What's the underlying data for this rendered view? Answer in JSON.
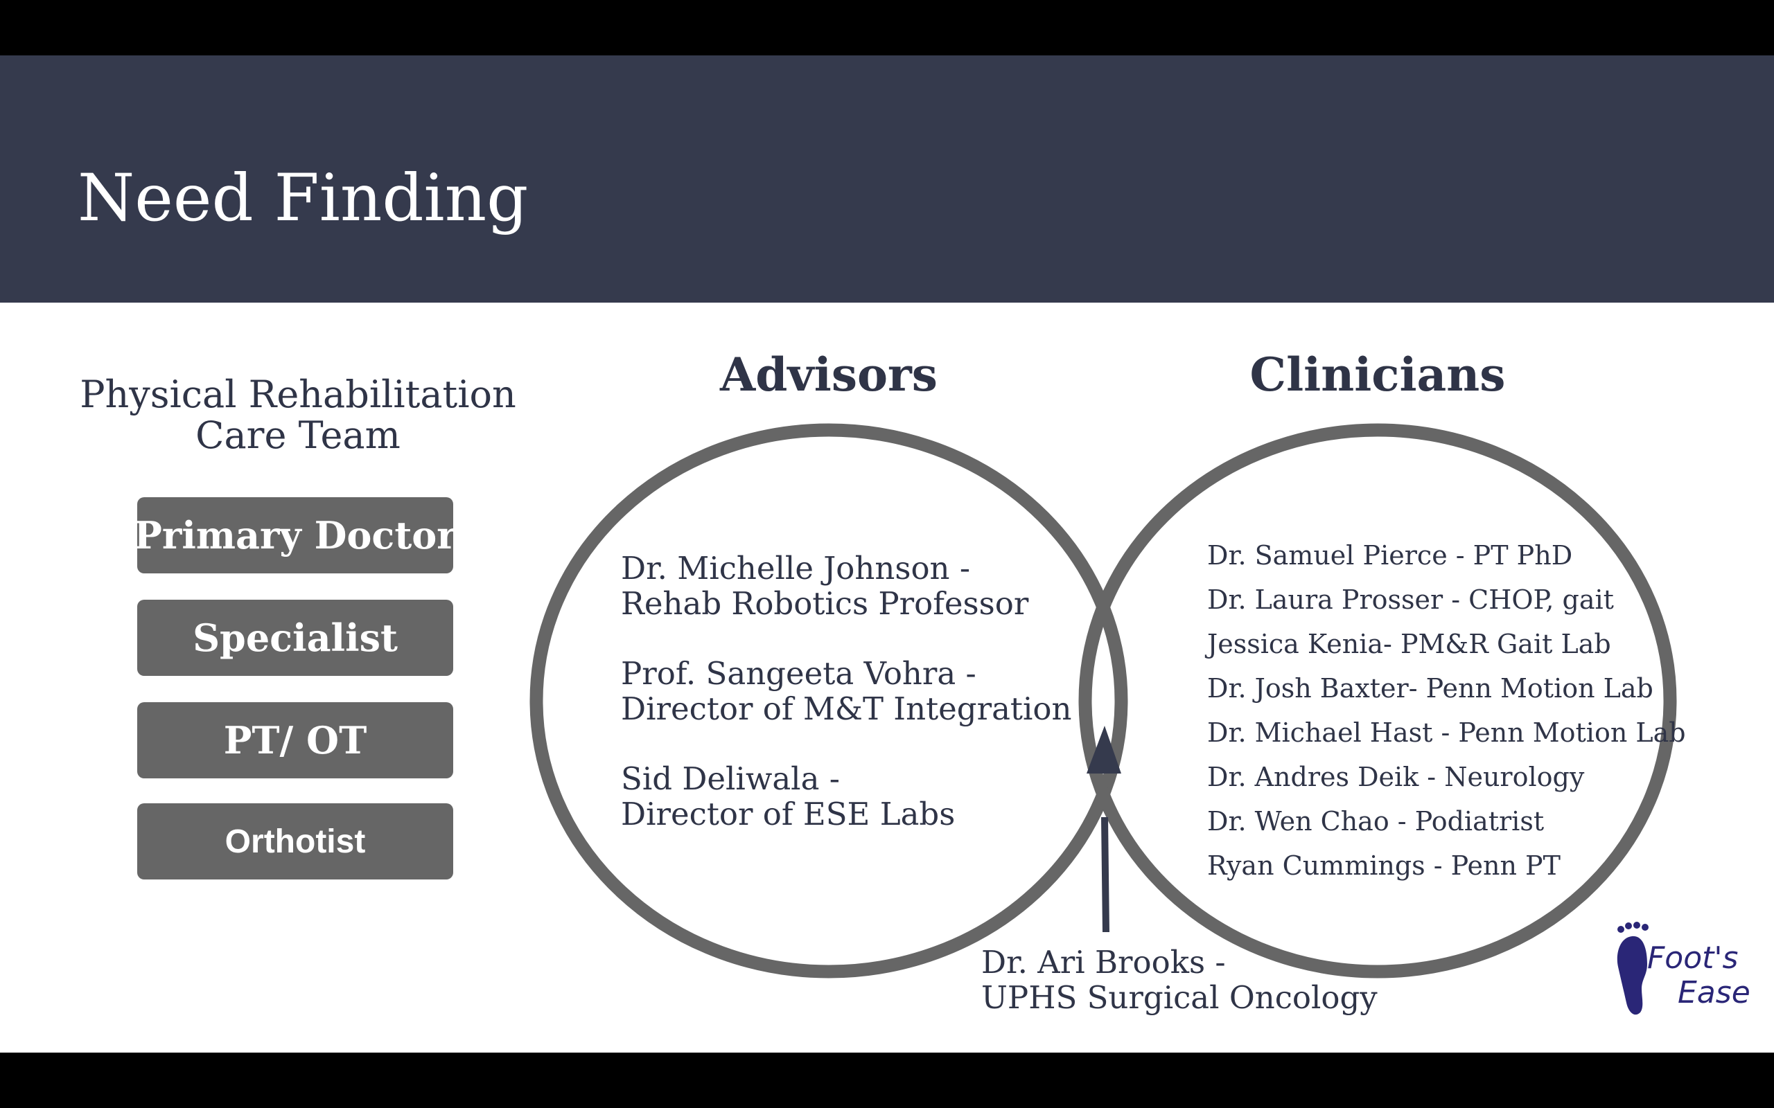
{
  "slide": {
    "title": "Need Finding",
    "care_team": {
      "title_line1": "Physical Rehabilitation",
      "title_line2": "Care Team",
      "roles": [
        "Primary Doctor",
        "Specialist",
        "PT/ OT",
        "Orthotist"
      ]
    },
    "venn": {
      "left_label": "Advisors",
      "right_label": "Clinicians",
      "circle_color": "#666666"
    },
    "advisors": [
      {
        "line1": "Dr. Michelle Johnson -",
        "line2": "Rehab Robotics Professor"
      },
      {
        "line1": "Prof. Sangeeta Vohra -",
        "line2": "Director of M&T Integration"
      },
      {
        "line1": "Sid Deliwala -",
        "line2": "Director of ESE Labs"
      }
    ],
    "clinicians": [
      "Dr. Samuel Pierce - PT PhD",
      "Dr. Laura Prosser - CHOP, gait",
      "Jessica Kenia- PM&R Gait Lab",
      "Dr. Josh Baxter- Penn Motion Lab",
      "Dr. Michael Hast - Penn Motion Lab",
      "Dr. Andres Deik - Neurology",
      "Dr. Wen Chao - Podiatrist",
      "Ryan Cummings - Penn PT"
    ],
    "overlap_person": {
      "line1": "Dr. Ari Brooks -",
      "line2": "UPHS Surgical Oncology"
    },
    "logo": {
      "line1": "Foot's",
      "line2": "Ease",
      "color": "#2a2677"
    },
    "colors": {
      "header": "#353a4d",
      "text": "#2f3447",
      "button": "#666666"
    }
  }
}
